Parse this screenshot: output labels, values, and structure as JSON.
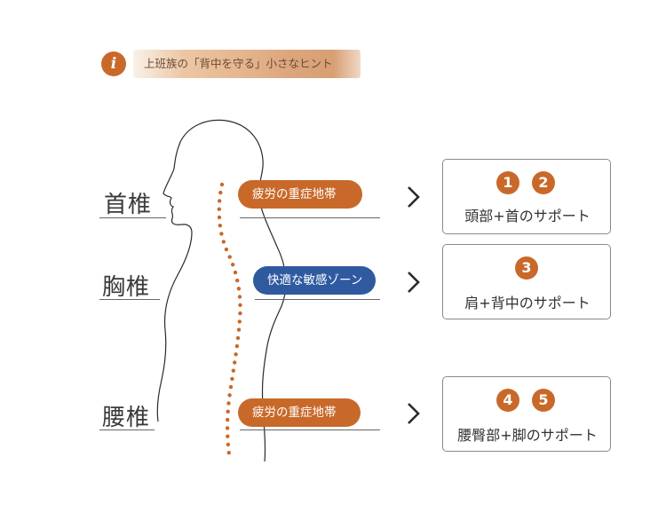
{
  "header": {
    "title": "上班族の「背中を守る」小さなヒント"
  },
  "regions": [
    {
      "label": "首椎",
      "pill": "疲労の重症地帯",
      "pill_color": "#c8692a",
      "badges": [
        "1",
        "2"
      ],
      "support": "頭部+首のサポート"
    },
    {
      "label": "胸椎",
      "pill": "快適な敏感ゾーン",
      "pill_color": "#2f5aa0",
      "badges": [
        "3"
      ],
      "support": "肩+背中のサポート"
    },
    {
      "label": "腰椎",
      "pill": "疲労の重症地帯",
      "pill_color": "#c8692a",
      "badges": [
        "4",
        "5"
      ],
      "support": "腰臀部+脚のサポート"
    }
  ],
  "colors": {
    "accent": "#c8692a",
    "blue": "#2f5aa0",
    "spine_dots": "#c8692a"
  }
}
